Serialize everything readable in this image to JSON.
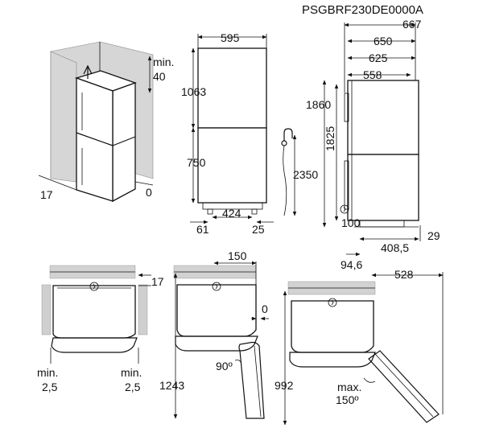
{
  "diagram": {
    "model_code": "PSGBRF230DE0000A",
    "top_left": {
      "min_label": "min.",
      "min_value": "40",
      "left": "17",
      "right": "0"
    },
    "front": {
      "width": "595",
      "upper_height": "1063",
      "lower_height": "750",
      "total_height": "2350",
      "inner_width": "424",
      "left_foot": "61",
      "right_foot": "25"
    },
    "side": {
      "d1": "667",
      "d2": "650",
      "d3": "625",
      "d4": "558",
      "h_total": "1860",
      "h_body": "1825",
      "h_foot": "100",
      "d_bottom": "408,5",
      "d_right": "29",
      "d_left": "94,6"
    },
    "plan_left": {
      "top": "17",
      "left_min": "min.",
      "left_val": "2,5",
      "right_min": "min.",
      "right_val": "2,5"
    },
    "plan_mid": {
      "offset": "150",
      "gap": "0",
      "angle": "90º",
      "depth": "1243"
    },
    "plan_right": {
      "width": "528",
      "depth": "992",
      "angle_label": "max.",
      "angle_value": "150º"
    }
  }
}
